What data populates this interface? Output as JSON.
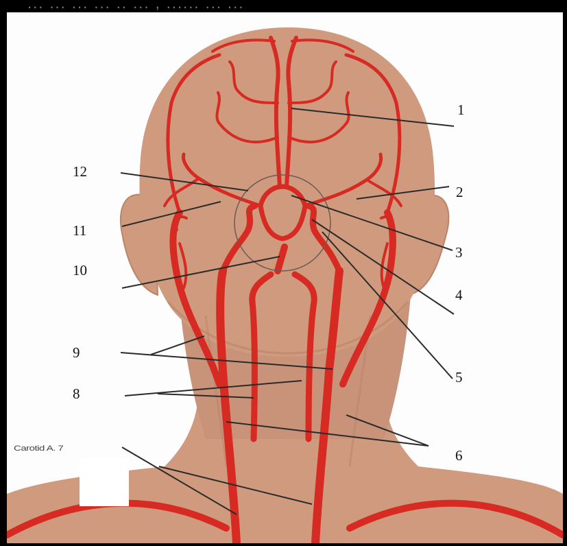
{
  "header_fragment": "... ... ... ... .. ... , ...... ... ...",
  "callouts": [
    {
      "id": "1",
      "label": "1"
    },
    {
      "id": "2",
      "label": "2"
    },
    {
      "id": "3",
      "label": "3"
    },
    {
      "id": "4",
      "label": "4"
    },
    {
      "id": "5",
      "label": "5"
    },
    {
      "id": "6",
      "label": "6"
    },
    {
      "id": "7",
      "label": "Carotid A. 7"
    },
    {
      "id": "8",
      "label": "8"
    },
    {
      "id": "9",
      "label": "9"
    },
    {
      "id": "10",
      "label": "10"
    },
    {
      "id": "11",
      "label": "11"
    },
    {
      "id": "12",
      "label": "12"
    }
  ],
  "colors": {
    "skin": "#cf9a7e",
    "skin_shadow": "#b98468",
    "artery": "#d62a22",
    "artery_dark": "#b01d17",
    "leader": "#2a2a2a",
    "outline": "#6b5a52"
  }
}
